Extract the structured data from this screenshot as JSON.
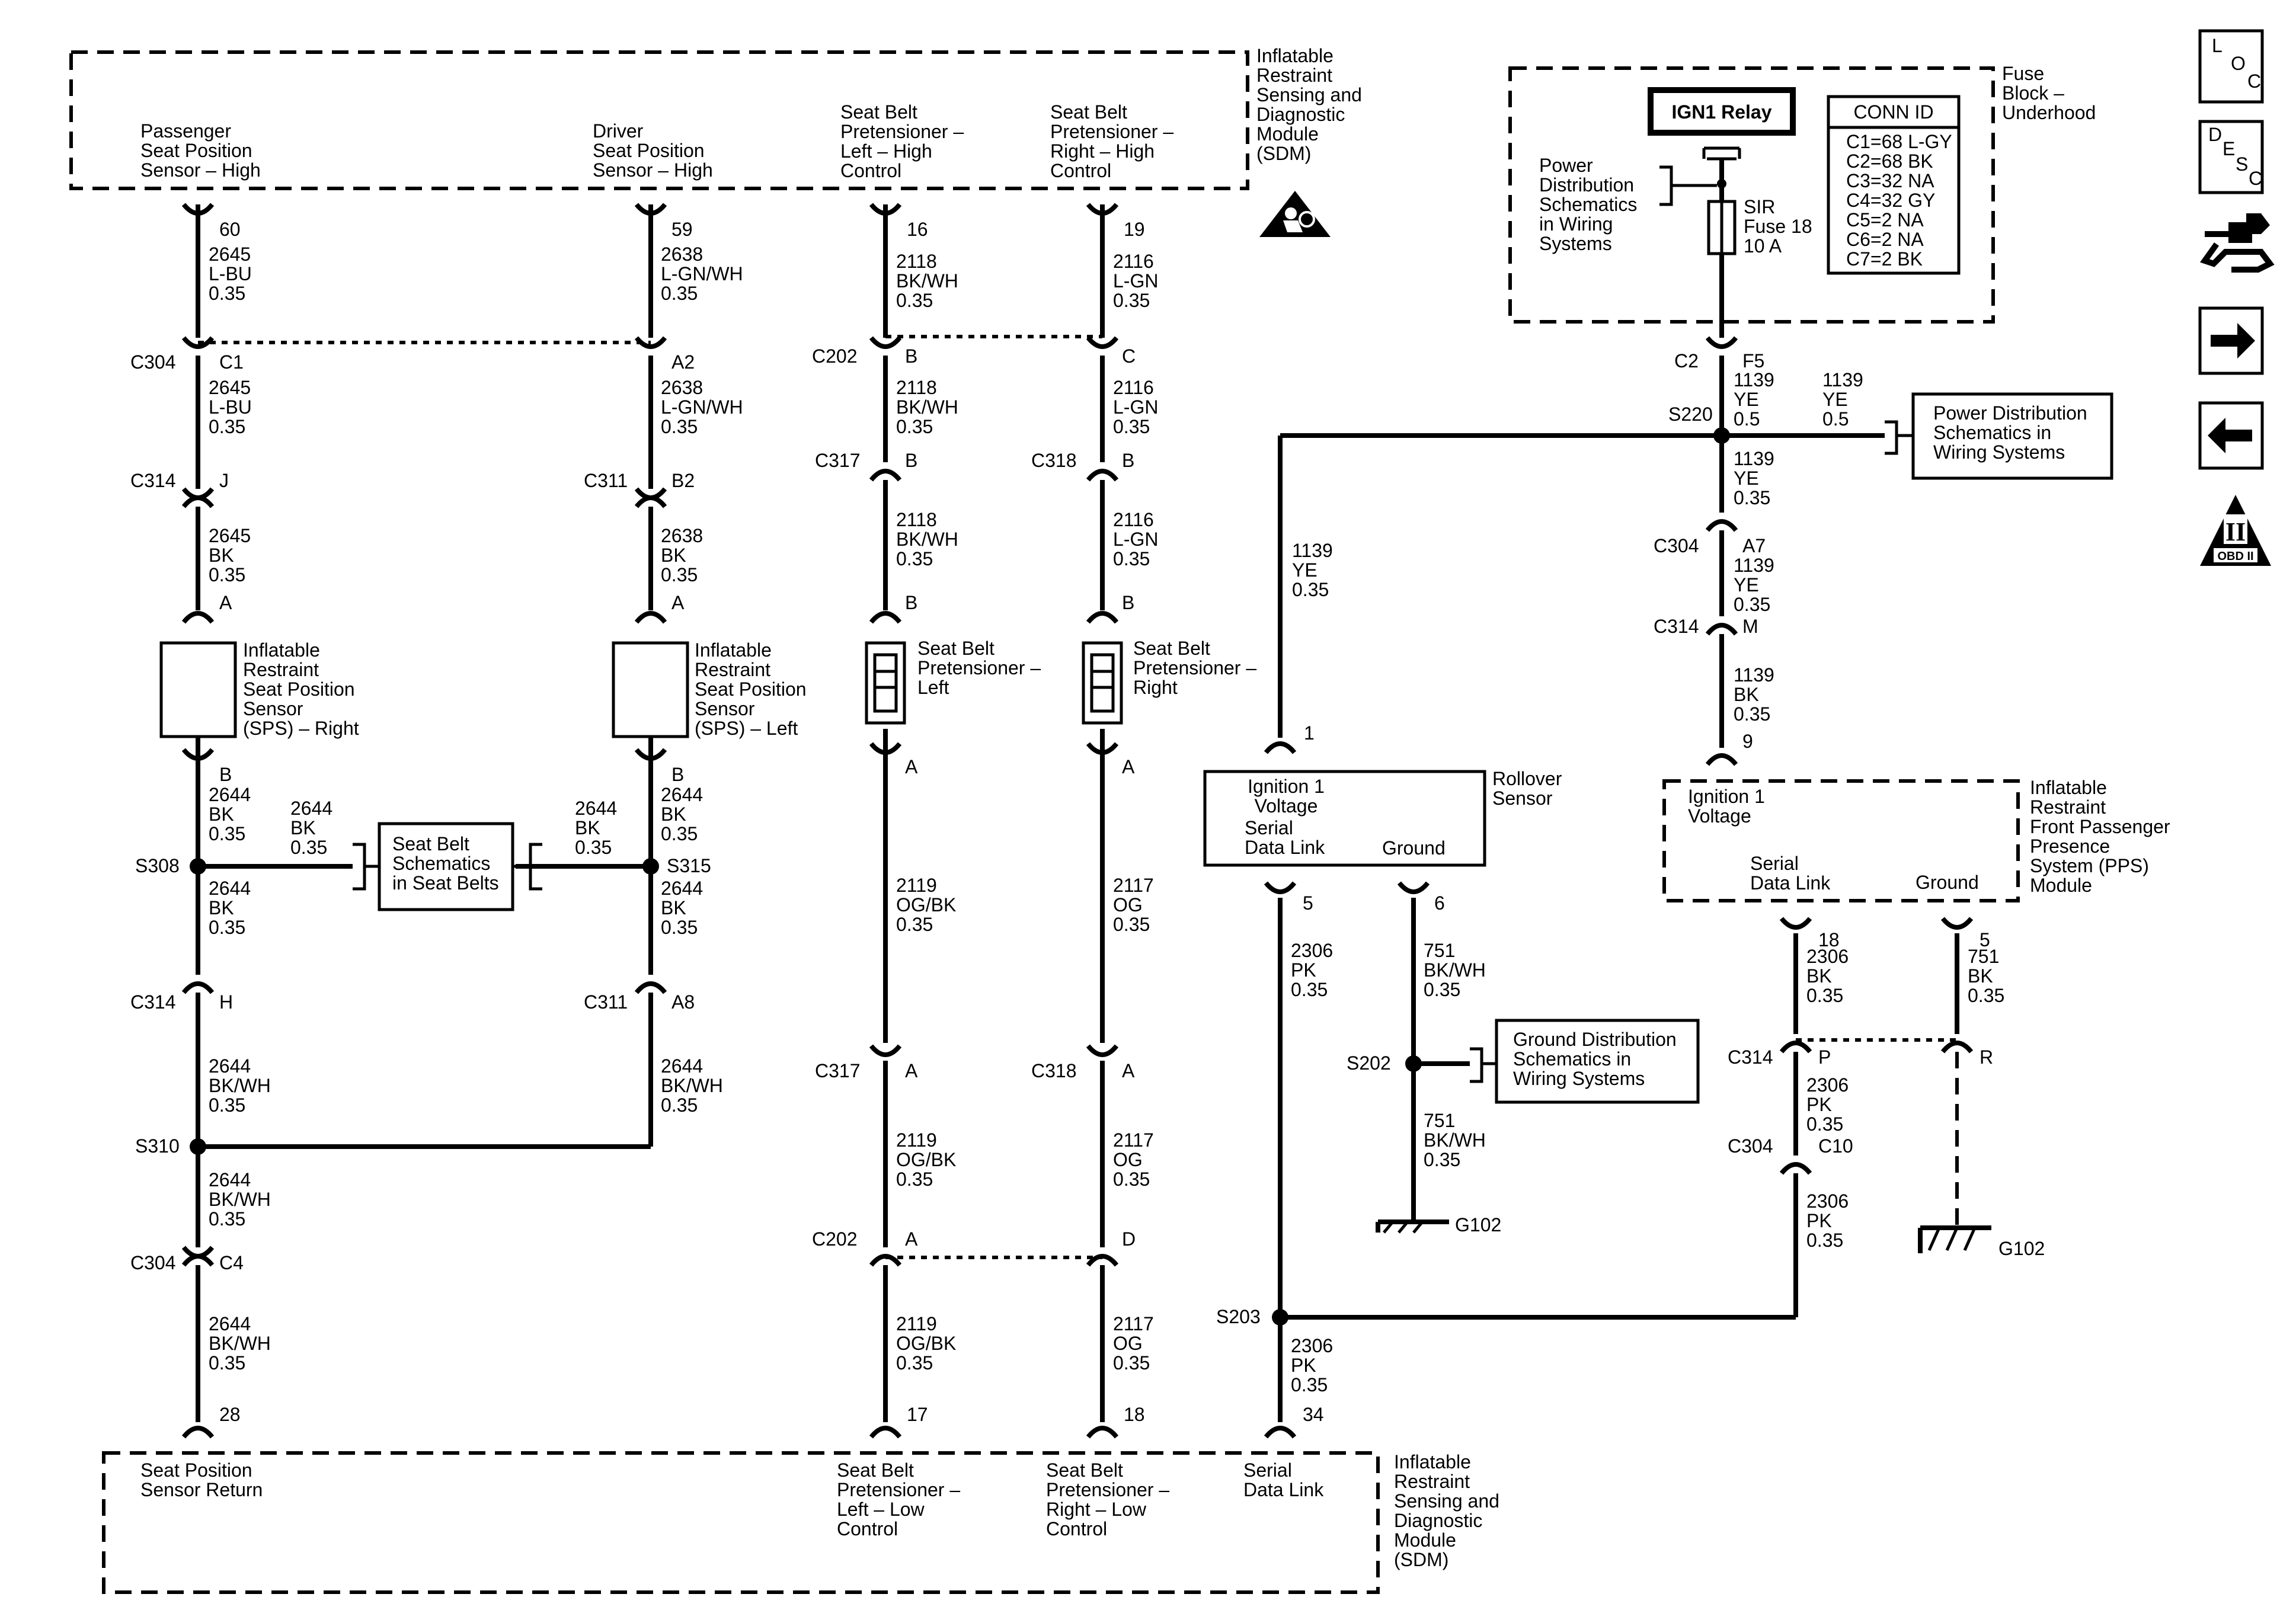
{
  "modules": {
    "sdm_top": {
      "name": [
        "Inflatable",
        "Restraint",
        "Sensing and",
        "Diagnostic",
        "Module",
        "(SDM)"
      ]
    },
    "sdm_bottom": {
      "name": [
        "Inflatable",
        "Restraint",
        "Sensing and",
        "Diagnostic",
        "Module",
        "(SDM)"
      ]
    },
    "fuse_block": {
      "name": [
        "Fuse",
        "Block –",
        "Underhood"
      ]
    },
    "rollover": {
      "name": [
        "Rollover",
        "Sensor"
      ]
    },
    "pps": {
      "name": [
        "Inflatable",
        "Restraint",
        "Front Passenger",
        "Presence",
        "System (PPS)",
        "Module"
      ]
    }
  },
  "pins_top": {
    "pass_seat": {
      "label": [
        "Passenger",
        "Seat Position",
        "Sensor – High"
      ],
      "pin": "60"
    },
    "driver_seat": {
      "label": [
        "Driver",
        "Seat Position",
        "Sensor – High"
      ],
      "pin": "59"
    },
    "pret_left": {
      "label": [
        "Seat Belt",
        "Pretensioner –",
        "Left – High",
        "Control"
      ],
      "pin": "16"
    },
    "pret_right": {
      "label": [
        "Seat Belt",
        "Pretensioner –",
        "Right – High",
        "Control"
      ],
      "pin": "19"
    }
  },
  "pins_bottom": {
    "seat_return": {
      "label": [
        "Seat Position",
        "Sensor Return"
      ],
      "pin": "28"
    },
    "pret_left_low": {
      "label": [
        "Seat Belt",
        "Pretensioner –",
        "Left – Low",
        "Control"
      ],
      "pin": "17"
    },
    "pret_right_low": {
      "label": [
        "Seat Belt",
        "Pretensioner –",
        "Right – Low",
        "Control"
      ],
      "pin": "18"
    },
    "serial": {
      "label": [
        "Serial",
        "Data Link"
      ],
      "pin": "34"
    }
  },
  "wire_labels": {
    "w2645_1": [
      "2645",
      "L-BU",
      "0.35"
    ],
    "w2645_2": [
      "2645",
      "L-BU",
      "0.35"
    ],
    "w2645_3": [
      "2645",
      "BK",
      "0.35"
    ],
    "w2638_1": [
      "2638",
      "L-GN/WH",
      "0.35"
    ],
    "w2638_2": [
      "2638",
      "L-GN/WH",
      "0.35"
    ],
    "w2638_3": [
      "2638",
      "BK",
      "0.35"
    ],
    "w2118_1": [
      "2118",
      "BK/WH",
      "0.35"
    ],
    "w2118_2": [
      "2118",
      "BK/WH",
      "0.35"
    ],
    "w2118_3": [
      "2118",
      "BK/WH",
      "0.35"
    ],
    "w2116_1": [
      "2116",
      "L-GN",
      "0.35"
    ],
    "w2116_2": [
      "2116",
      "L-GN",
      "0.35"
    ],
    "w2116_3": [
      "2116",
      "L-GN",
      "0.35"
    ],
    "w2644_a": [
      "2644",
      "BK",
      "0.35"
    ],
    "w2644_b": [
      "2644",
      "BK",
      "0.35"
    ],
    "w2644_c": [
      "2644",
      "BK",
      "0.35"
    ],
    "w2644_d": [
      "2644",
      "BK",
      "0.35"
    ],
    "w2644_e": [
      "2644",
      "BK",
      "0.35"
    ],
    "w2644_f": [
      "2644",
      "BK",
      "0.35"
    ],
    "w2644_g": [
      "2644",
      "BK/WH",
      "0.35"
    ],
    "w2644_h": [
      "2644",
      "BK/WH",
      "0.35"
    ],
    "w2644_i": [
      "2644",
      "BK/WH",
      "0.35"
    ],
    "w2644_j": [
      "2644",
      "BK/WH",
      "0.35"
    ],
    "w2119_1": [
      "2119",
      "OG/BK",
      "0.35"
    ],
    "w2119_2": [
      "2119",
      "OG/BK",
      "0.35"
    ],
    "w2119_3": [
      "2119",
      "OG/BK",
      "0.35"
    ],
    "w2117_1": [
      "2117",
      "OG",
      "0.35"
    ],
    "w2117_2": [
      "2117",
      "OG",
      "0.35"
    ],
    "w2117_3": [
      "2117",
      "OG",
      "0.35"
    ],
    "w1139_a": [
      "1139",
      "YE",
      "0.5"
    ],
    "w1139_b": [
      "1139",
      "YE",
      "0.5"
    ],
    "w1139_c": [
      "1139",
      "YE",
      "0.35"
    ],
    "w1139_d": [
      "1139",
      "YE",
      "0.35"
    ],
    "w1139_e": [
      "1139",
      "YE",
      "0.35"
    ],
    "w1139_f": [
      "1139",
      "BK",
      "0.35"
    ],
    "w2306_a": [
      "2306",
      "PK",
      "0.35"
    ],
    "w2306_b": [
      "2306",
      "BK",
      "0.35"
    ],
    "w2306_c": [
      "2306",
      "PK",
      "0.35"
    ],
    "w2306_d": [
      "2306",
      "PK",
      "0.35"
    ],
    "w2306_e": [
      "2306",
      "PK",
      "0.35"
    ],
    "w751_a": [
      "751",
      "BK/WH",
      "0.35"
    ],
    "w751_b": [
      "751",
      "BK/WH",
      "0.35"
    ],
    "w751_c": [
      "751",
      "BK",
      "0.35"
    ]
  },
  "connectors": {
    "c304_1": "C304",
    "c304_1_pin": "C1",
    "c304_1_pin2": "A2",
    "c314_1": "C314",
    "c314_1_pin": "J",
    "c311_1": "C311",
    "c311_1_pin": "B2",
    "c202_1": "C202",
    "c202_1_pin": "B",
    "c202_1_pin2": "C",
    "c317_1": "C317",
    "c317_1_pin": "B",
    "c318_1": "C318",
    "c318_1_pin": "B",
    "c314_2": "C314",
    "c314_2_pin": "H",
    "c311_2": "C311",
    "c311_2_pin": "A8",
    "c304_2": "C304",
    "c304_2_pin": "C4",
    "c317_2": "C317",
    "c317_2_pin": "A",
    "c318_2": "C318",
    "c318_2_pin": "A",
    "c202_2": "C202",
    "c202_2_pin": "A",
    "c202_2_pin2": "D",
    "c2": "C2",
    "c2_pin": "F5",
    "c304_3": "C304",
    "c304_3_pin": "A7",
    "c314_3": "C314",
    "c314_3_pin": "M",
    "c314_4": "C314",
    "c314_4_pin": "P",
    "c314_4_pin2": "R",
    "c304_4": "C304",
    "c304_4_pin": "C10"
  },
  "component_pins": {
    "sps_r_a": "A",
    "sps_r_b": "B",
    "sps_l_a": "A",
    "sps_l_b": "B",
    "pret_l_b": "B",
    "pret_l_a": "A",
    "pret_r_b": "B",
    "pret_r_a": "A",
    "roll_1": "1",
    "roll_5": "5",
    "roll_6": "6",
    "pps_9": "9",
    "pps_18": "18",
    "pps_5": "5"
  },
  "components": {
    "sps_right": [
      "Inflatable",
      "Restraint",
      "Seat Position",
      "Sensor",
      "(SPS) – Right"
    ],
    "sps_left": [
      "Inflatable",
      "Restraint",
      "Seat Position",
      "Sensor",
      "(SPS) – Left"
    ],
    "pret_left": [
      "Seat Belt",
      "Pretensioner –",
      "Left"
    ],
    "pret_right": [
      "Seat Belt",
      "Pretensioner –",
      "Right"
    ],
    "fuse": [
      "SIR",
      "Fuse 18",
      "10 A"
    ],
    "relay": "IGN1 Relay",
    "roll_ign": [
      "Ignition 1",
      "Voltage"
    ],
    "roll_serial": [
      "Serial",
      "Data Link"
    ],
    "roll_ground": "Ground",
    "pps_ign": [
      "Ignition 1",
      "Voltage"
    ],
    "pps_serial": [
      "Serial",
      "Data Link"
    ],
    "pps_ground": "Ground"
  },
  "splices": {
    "s308": "S308",
    "s315": "S315",
    "s310": "S310",
    "s220": "S220",
    "s202": "S202",
    "s203": "S203"
  },
  "grounds": {
    "g102_a": "G102",
    "g102_b": "G102"
  },
  "references": {
    "seatbelt": [
      "Seat Belt",
      "Schematics",
      "in Seat Belts"
    ],
    "power_dist_fuse": [
      "Power",
      "Distribution",
      "Schematics",
      "in Wiring",
      "Systems"
    ],
    "power_dist_right": [
      "Power Distribution",
      "Schematics in",
      "Wiring Systems"
    ],
    "ground_dist": [
      "Ground Distribution",
      "Schematics in",
      "Wiring Systems"
    ]
  },
  "conn_id": {
    "title": "CONN ID",
    "rows": [
      "C1=68 L-GY",
      "C2=68 BK",
      "C3=32 NA",
      "C4=32 GY",
      "C5=2 NA",
      "C6=2 NA",
      "C7=2 BK"
    ]
  },
  "nav": {
    "loc": [
      "L",
      "O",
      "C"
    ],
    "desc": [
      "D",
      "E",
      "S",
      "C"
    ],
    "obd": "OBD II",
    "obd_numeral": "II"
  },
  "symbol_icon": "airbag-warning-icon"
}
